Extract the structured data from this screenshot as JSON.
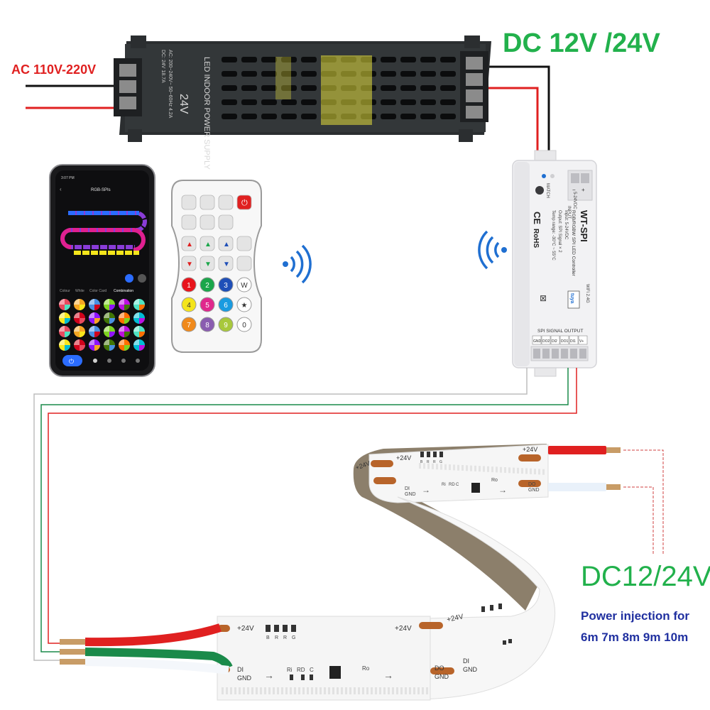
{
  "labels": {
    "ac_input": "AC 110V-220V",
    "dc_output_top": "DC 12V /24V",
    "dc_injection": "DC12/24V",
    "injection_note_line1": "Power injection for",
    "injection_note_line2": "6m 7m 8m 9m 10m"
  },
  "power_supply": {
    "brand": "LED INDOOR POWER SUPPLY",
    "voltage": "24V",
    "spec_line1": "AC: 200~240V~ 50~60Hz 4.2A",
    "spec_line2": "DC: 24V 18.7A"
  },
  "controller": {
    "model": "WT-SPI",
    "subtitle": "RGB/RGBW SPI LED Controller",
    "spec_lines": [
      "Input: 5-24VDC",
      "Output: SPI Signal × 2",
      "Temp range: -30°C ~ 55°C"
    ],
    "match_label": "MATCH",
    "output_header": "SPI SIGNAL OUTPUT",
    "output_pins": [
      "GND",
      "DO2",
      "DI2",
      "DO1",
      "DI1",
      "V+"
    ],
    "input_label": "INPUT",
    "input_spec": "5-24VDC",
    "wifi_label": "WiFi 2.4G",
    "tuya_label": "tuya",
    "ce_label": "CE",
    "rohs_label": "RoHS"
  },
  "phone": {
    "time": "3:07 PM",
    "app_title": "RGB-SPIs",
    "tabs": [
      "Colour",
      "White",
      "Color Card",
      "Combination"
    ]
  },
  "remote": {
    "number_keys": [
      "1",
      "2",
      "3",
      "W",
      "4",
      "5",
      "6",
      "★",
      "7",
      "8",
      "9",
      "0"
    ],
    "number_colors": [
      "#e8141c",
      "#1aa64a",
      "#1f4fb8",
      "#ffffff",
      "#f4e51b",
      "#e0288c",
      "#1a9be0",
      "#ffffff",
      "#f08a1c",
      "#8a5cb0",
      "#a8c83c",
      "#ffffff"
    ]
  },
  "strip": {
    "pad_plus": "+24V",
    "pad_di": "DI",
    "pad_gnd": "GND",
    "pad_do": "DO",
    "chip_labels": [
      "B",
      "R",
      "R",
      "G"
    ],
    "ic_labels": [
      "Ri",
      "RD",
      "C"
    ],
    "ro_label": "Ro"
  },
  "colors": {
    "red_wire": "#e02020",
    "green_text": "#22b14c",
    "blue_text": "#2030a0",
    "psu_body": "#2b2e30",
    "strip_back": "#8c7f6b",
    "copper_pad": "#b8642a"
  }
}
